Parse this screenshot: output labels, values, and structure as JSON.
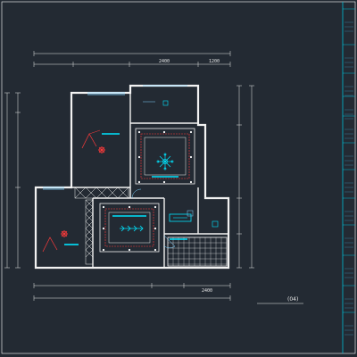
{
  "drawing": {
    "title": "",
    "number": "(04)"
  },
  "dimensions": {
    "top_overall": "",
    "top_chain": [
      "",
      "",
      "2400",
      "1200"
    ],
    "bottom_chain": [
      "",
      "",
      "2400"
    ],
    "bottom_overall": "",
    "left_chain": [
      "",
      "",
      ""
    ],
    "left_overall": "",
    "right_chain": [
      "",
      "",
      "",
      ""
    ],
    "right_overall": ""
  },
  "title_block": {
    "rows": [
      "",
      "",
      "",
      "",
      "",
      "",
      "",
      "",
      "",
      "",
      "",
      ""
    ]
  },
  "colors": {
    "background": "#232a33",
    "wall": "#f2f2f2",
    "accent_cyan": "#00e5ff",
    "accent_red": "#ff3b3b",
    "title_border": "#00bcd4",
    "furniture": "#7fd3ff"
  }
}
